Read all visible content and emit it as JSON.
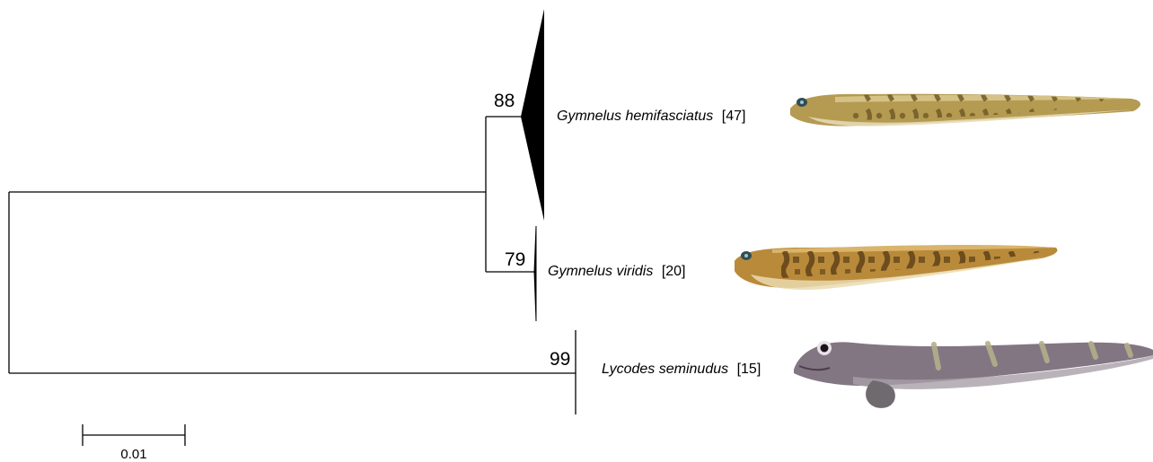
{
  "tree": {
    "clades": [
      {
        "species": "Gymnelus hemifasciatus",
        "count": "[47]",
        "support": "88",
        "collapsed": true,
        "fish_colors": {
          "body": "#b59a52",
          "belly": "#e7ddb8",
          "bars": "#6f5a27",
          "fin": "#d8c68c"
        }
      },
      {
        "species": "Gymnelus viridis",
        "count": "[20]",
        "support": "79",
        "collapsed": true,
        "fish_colors": {
          "body": "#b98a3a",
          "belly": "#eadab0",
          "bars": "#5f4219",
          "fin": "#d9b46a"
        }
      },
      {
        "species": "Lycodes seminudus",
        "count": "[15]",
        "support": "99",
        "collapsed": true,
        "fish_colors": {
          "body": "#837683",
          "belly": "#a7a0a8",
          "bars": "#b4ae8a",
          "fin": "#6e6a6e"
        }
      }
    ],
    "scale_bar": {
      "label": "0.01"
    }
  }
}
